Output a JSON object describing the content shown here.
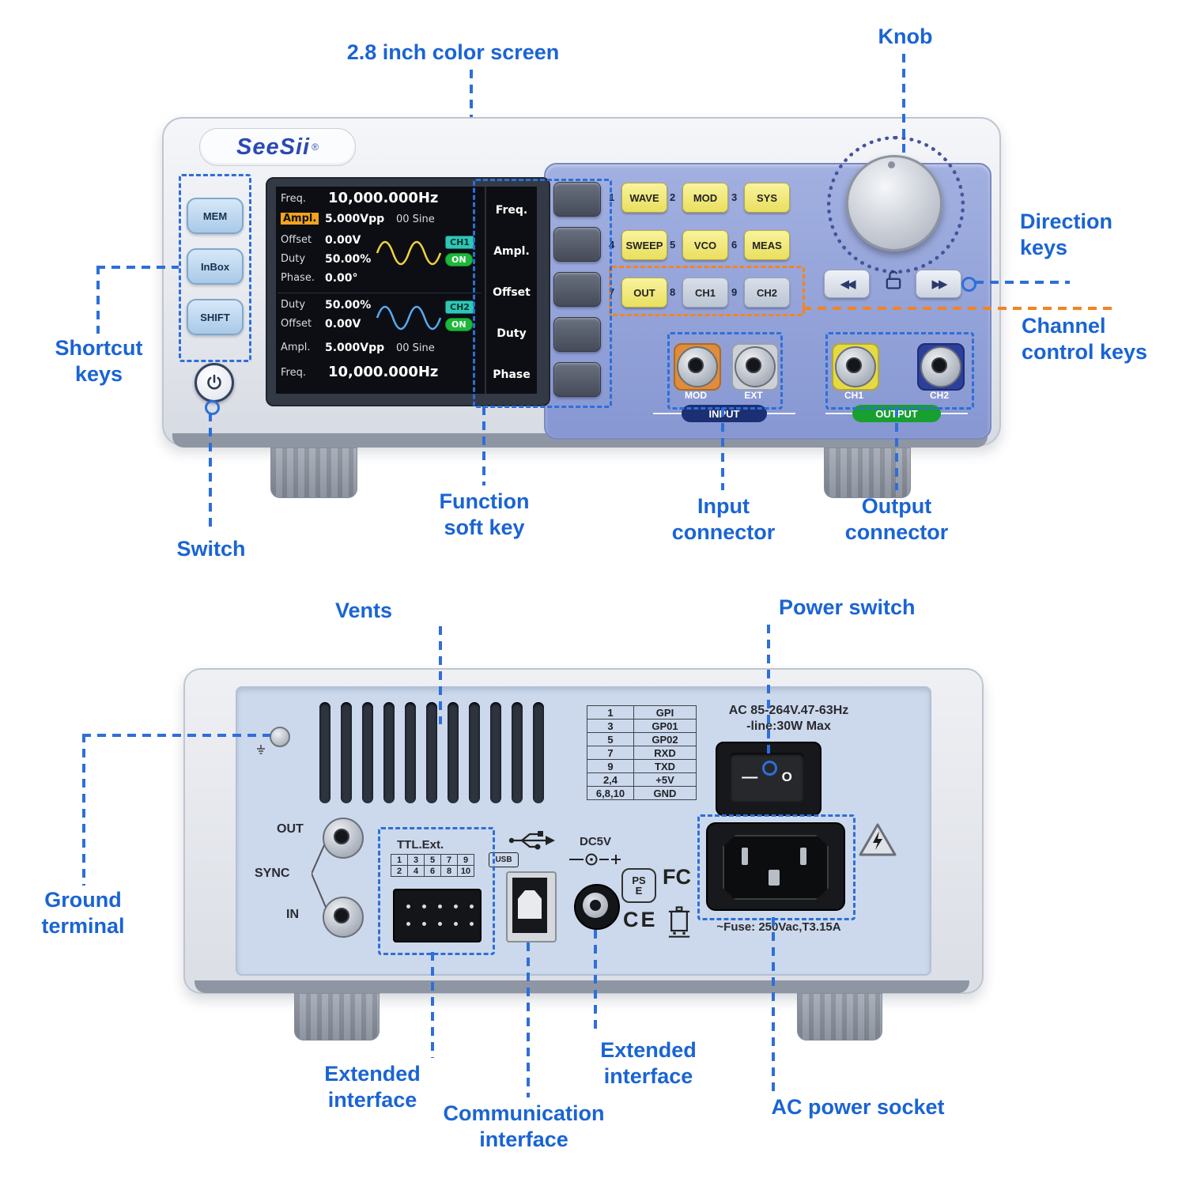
{
  "annotations": {
    "screen": "2.8 inch color screen",
    "knob": "Knob",
    "direction_keys": "Direction keys",
    "channel_control_keys": "Channel control keys",
    "shortcut_keys": "Shortcut keys",
    "switch": "Switch",
    "function_soft_key": "Function soft key",
    "input_connector": "Input connector",
    "output_connector": "Output connector",
    "vents": "Vents",
    "power_switch": "Power switch",
    "ground_terminal": "Ground terminal",
    "extended_interface_left": "Extended interface",
    "communication_interface": "Communication interface",
    "extended_interface_right": "Extended interface",
    "ac_power_socket": "AC power socket"
  },
  "front": {
    "brand": "SeeSii",
    "brand_reg": "®",
    "shortcut_buttons": [
      "MEM",
      "InBox",
      "SHIFT"
    ],
    "screen": {
      "ch1": {
        "freq_label": "Freq.",
        "freq_value": "10,000.000Hz",
        "ampl_label": "Ampl.",
        "ampl_value": "5.000Vpp",
        "wave_name": "00 Sine",
        "offset_label": "Offset",
        "offset_value": "0.00V",
        "duty_label": "Duty",
        "duty_value": "50.00%",
        "phase_label": "Phase.",
        "phase_value": "0.00°",
        "badge": "CH1",
        "state": "ON"
      },
      "ch2": {
        "duty_label": "Duty",
        "duty_value": "50.00%",
        "offset_label": "Offset",
        "offset_value": "0.00V",
        "ampl_label": "Ampl.",
        "ampl_value": "5.000Vpp",
        "wave_name": "00 Sine",
        "freq_label": "Freq.",
        "freq_value": "10,000.000Hz",
        "badge": "CH2",
        "state": "ON"
      },
      "menu_labels": [
        "Freq.",
        "Ampl.",
        "Offset",
        "Duty",
        "Phase"
      ]
    },
    "keypad": [
      {
        "num": "1",
        "label": "WAVE"
      },
      {
        "num": "2",
        "label": "MOD"
      },
      {
        "num": "3",
        "label": "SYS"
      },
      {
        "num": "4",
        "label": "SWEEP"
      },
      {
        "num": "5",
        "label": "VCO"
      },
      {
        "num": "6",
        "label": "MEAS"
      },
      {
        "num": "7",
        "label": "OUT"
      },
      {
        "num": "8",
        "label": "CH1"
      },
      {
        "num": "9",
        "label": "CH2"
      }
    ],
    "connectors": [
      {
        "label": "MOD"
      },
      {
        "label": "EXT"
      },
      {
        "label": "CH1"
      },
      {
        "label": "CH2"
      }
    ],
    "input_label": "INPUT",
    "output_label": "OUTPUT"
  },
  "back": {
    "gpio_table": [
      {
        "pin": "1",
        "name": "GPI"
      },
      {
        "pin": "3",
        "name": "GP01"
      },
      {
        "pin": "5",
        "name": "GP02"
      },
      {
        "pin": "7",
        "name": "RXD"
      },
      {
        "pin": "9",
        "name": "TXD"
      },
      {
        "pin": "2,4",
        "name": "+5V"
      },
      {
        "pin": "6,8,10",
        "name": "GND"
      }
    ],
    "ac_rating_line1": "AC 85-264V.47-63Hz",
    "ac_rating_line2": "-line:30W Max",
    "fuse_text": "~Fuse: 250Vac,T3.15A",
    "sync_out": "OUT",
    "sync_label": "SYNC",
    "sync_in": "IN",
    "ttl_label": "TTL.Ext.",
    "ttl_row1": [
      "1",
      "3",
      "5",
      "7",
      "9"
    ],
    "ttl_row2": [
      "2",
      "4",
      "6",
      "8",
      "10"
    ],
    "usb_label": "USB",
    "dc5v_label": "DC5V",
    "switch_on": "—",
    "switch_off": "O",
    "mark_pse_top": "PS",
    "mark_pse_bottom": "E",
    "mark_fcc": "FC",
    "mark_ce": "CE"
  },
  "colors": {
    "annotation_blue": "#1a64d4",
    "dashed_blue": "#2e6fd8",
    "dashed_orange": "#f5831f",
    "key_yellow": "#efe45f",
    "output_green": "#17a02f",
    "input_navy": "#1c2f72"
  }
}
